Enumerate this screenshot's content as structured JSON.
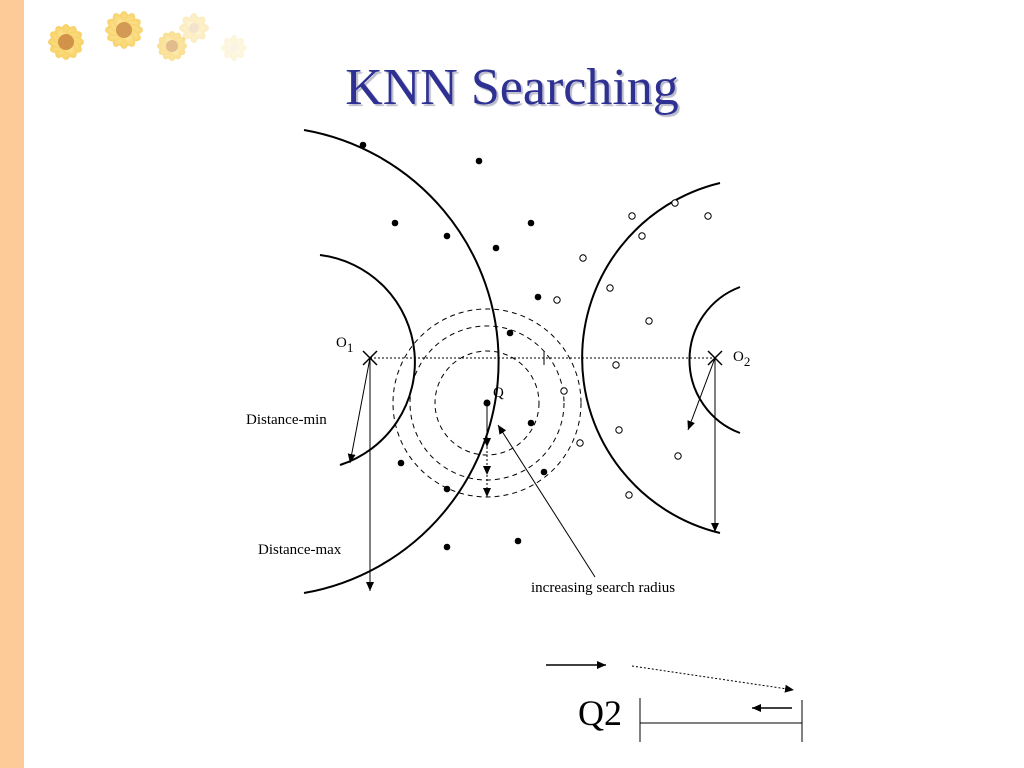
{
  "slide": {
    "title": "KNN Searching",
    "accent_color": "#2e3192",
    "sidebar_color": "#fccb97"
  },
  "diagram": {
    "label_o1": "O",
    "label_o1_sub": "1",
    "label_o2": "O",
    "label_o2_sub": "2",
    "label_q": "Q",
    "label_distance_min": "Distance-min",
    "label_distance_max": "Distance-max",
    "label_radius": "increasing search radius"
  },
  "footer": {
    "q2_label": "Q2"
  },
  "icons": [
    "sunflower-icon"
  ]
}
